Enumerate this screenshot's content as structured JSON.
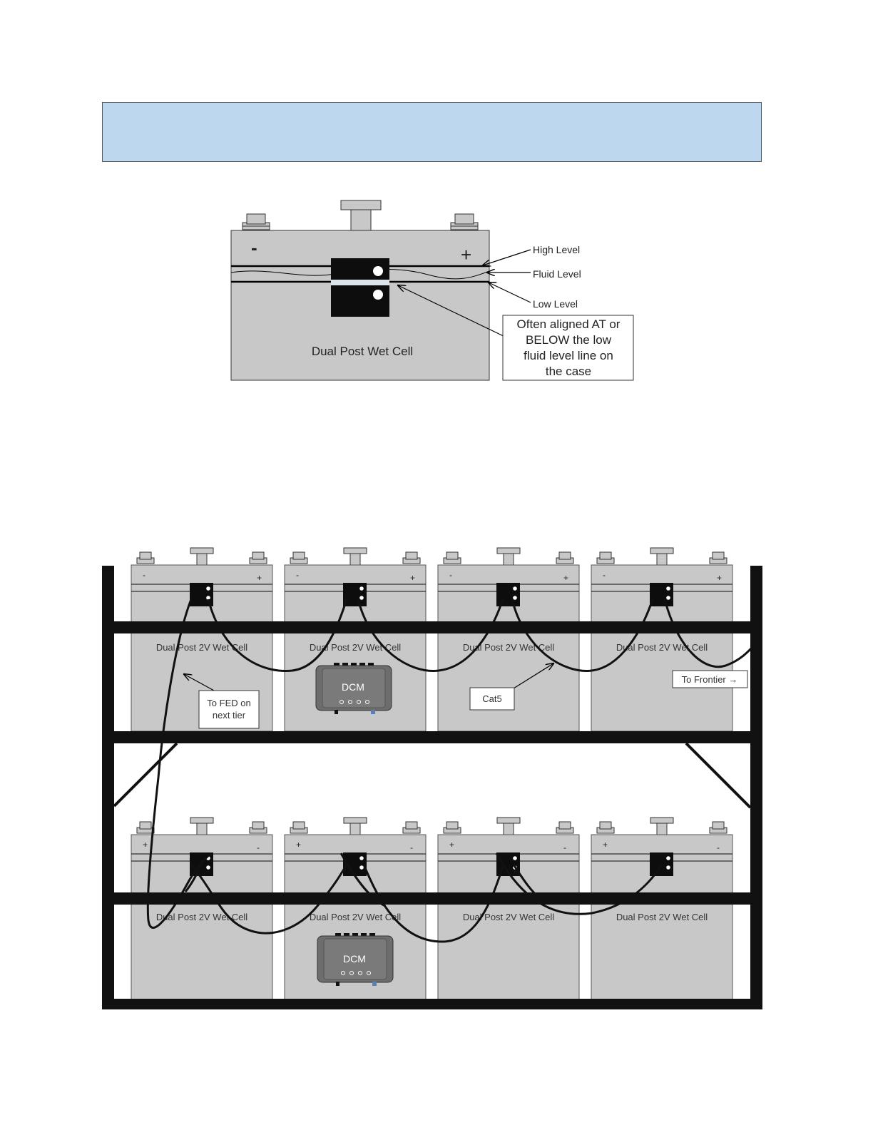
{
  "header_band": {
    "color": "#bdd7ee"
  },
  "top_diagram": {
    "cell_label": "Dual Post Wet Cell",
    "minus_sign": "-",
    "plus_sign": "+",
    "level_labels": {
      "high": "High Level",
      "fluid": "Fluid Level",
      "low": "Low Level"
    },
    "callout_lines": [
      "Often aligned AT or",
      "BELOW the low",
      "fluid level line on",
      "the case"
    ]
  },
  "rack_diagram": {
    "cell_label": "Dual Post 2V Wet Cell",
    "dcm_label": "DCM",
    "callouts": {
      "to_fed_line1": "To FED on",
      "to_fed_line2": "next tier",
      "cat5": "Cat5",
      "to_frontier": "To Frontier →"
    },
    "top_tier_terminals": {
      "left": "-",
      "right": "+"
    },
    "bottom_tier_terminals": {
      "left": "+",
      "right": "-"
    },
    "colors": {
      "cell_fill": "#c8c8c8",
      "rack": "#111111",
      "dcm_fill": "#6d6d6d"
    }
  }
}
